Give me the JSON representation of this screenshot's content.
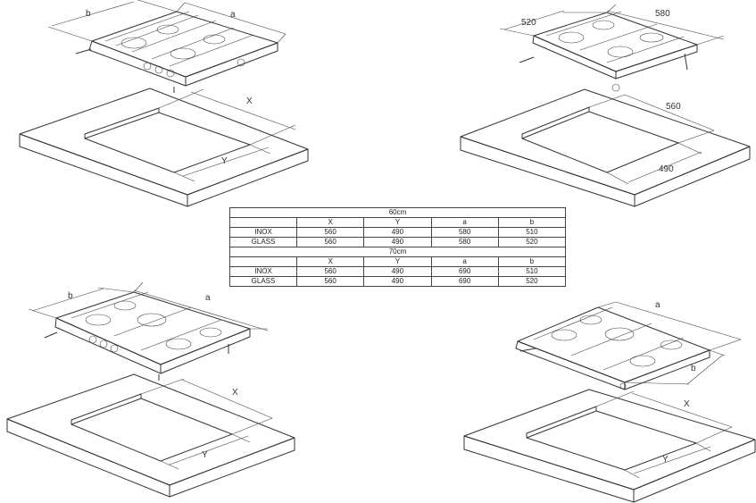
{
  "installs": [
    {
      "a": "a",
      "b": "b",
      "x": "X",
      "y": "Y"
    },
    {
      "a": "580",
      "b": "520",
      "x": "560",
      "y": "490"
    },
    {
      "a": "a",
      "b": "b",
      "x": "X",
      "y": "Y"
    },
    {
      "a": "a",
      "b": "b",
      "x": "X",
      "y": "Y"
    }
  ],
  "table": {
    "blocks": [
      {
        "title": "60cm",
        "columns": [
          "",
          "X",
          "Y",
          "a",
          "b"
        ],
        "rows": [
          [
            "INOX",
            "560",
            "490",
            "580",
            "510"
          ],
          [
            "GLASS",
            "560",
            "490",
            "580",
            "520"
          ]
        ]
      },
      {
        "title": "70cm",
        "columns": [
          "",
          "X",
          "Y",
          "a",
          "b"
        ],
        "rows": [
          [
            "INOX",
            "560",
            "490",
            "690",
            "510"
          ],
          [
            "GLASS",
            "560",
            "490",
            "690",
            "520"
          ]
        ]
      }
    ]
  }
}
